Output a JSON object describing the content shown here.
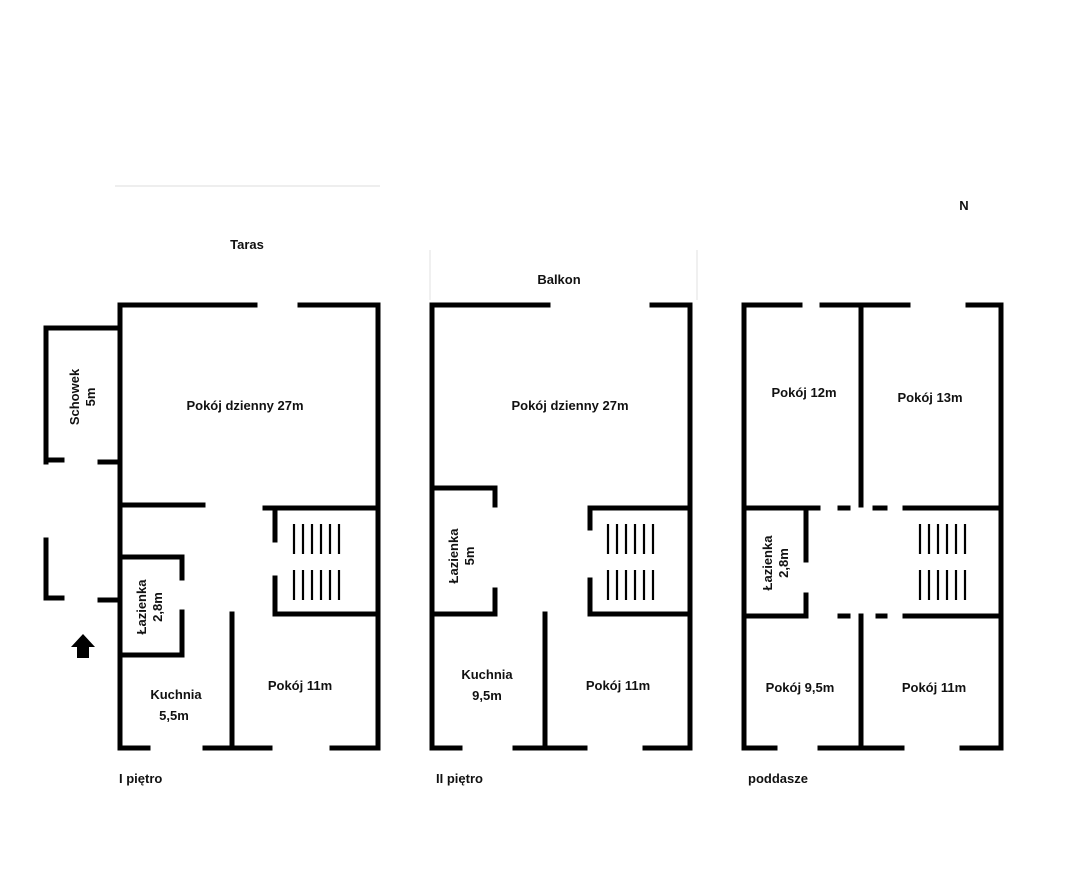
{
  "colors": {
    "wall": "#000000",
    "background": "#ffffff",
    "text": "#111111"
  },
  "compass": {
    "label": "N"
  },
  "plans": [
    {
      "floor_label": "I piętro",
      "outdoor_label": "Taras",
      "rooms": {
        "schowek_name": "Schowek",
        "schowek_area": "5m",
        "living": "Pokój dzienny 27m",
        "bath_name": "Łazienka",
        "bath_area": "2,8m",
        "kitchen_name": "Kuchnia",
        "kitchen_area": "5,5m",
        "room": "Pokój 11m"
      },
      "entrance_icon": "arrow-up-icon"
    },
    {
      "floor_label": "II piętro",
      "outdoor_label": "Balkon",
      "rooms": {
        "living": "Pokój dzienny 27m",
        "bath_name": "Łazienka",
        "bath_area": "5m",
        "kitchen_name": "Kuchnia",
        "kitchen_area": "9,5m",
        "room": "Pokój 11m"
      }
    },
    {
      "floor_label": "poddasze",
      "rooms": {
        "room_a": "Pokój 12m",
        "room_b": "Pokój 13m",
        "bath_name": "Łazienka",
        "bath_area": "2,8m",
        "room_c": "Pokój 9,5m",
        "room_d": "Pokój 11m"
      }
    }
  ]
}
